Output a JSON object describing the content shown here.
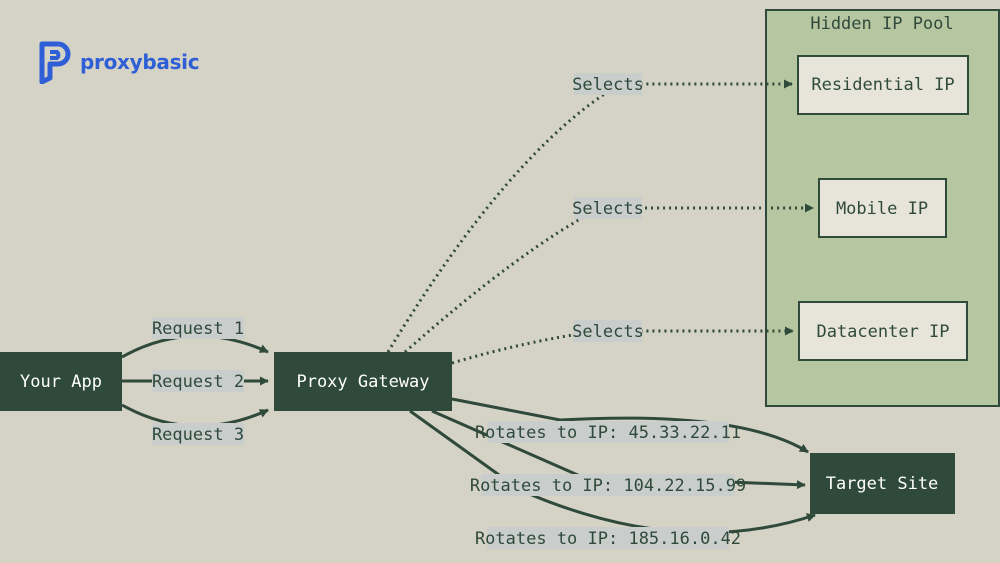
{
  "brand": {
    "name": "proxybasic",
    "icon": "proxybasic-logo-icon"
  },
  "pool": {
    "title": "Hidden IP Pool"
  },
  "nodes": {
    "app": "Your App",
    "gateway": "Proxy Gateway",
    "target": "Target Site",
    "residential": "Residential IP",
    "mobile": "Mobile IP",
    "datacenter": "Datacenter IP"
  },
  "edges": {
    "request1": "Request 1",
    "request2": "Request 2",
    "request3": "Request 3",
    "selects1": "Selects",
    "selects2": "Selects",
    "selects3": "Selects",
    "rotate1": "Rotates to IP: 45.33.22.11",
    "rotate2": "Rotates to IP: 104.22.15.99",
    "rotate3": "Rotates to IP: 185.16.0.42"
  },
  "colors": {
    "background": "#d5d2c6",
    "dark_node": "#2f4a3b",
    "pool_fill": "#b6c6a0",
    "light_node": "#e7e4da",
    "label_bg": "#c9cdcc",
    "brand": "#2f5fd6"
  }
}
